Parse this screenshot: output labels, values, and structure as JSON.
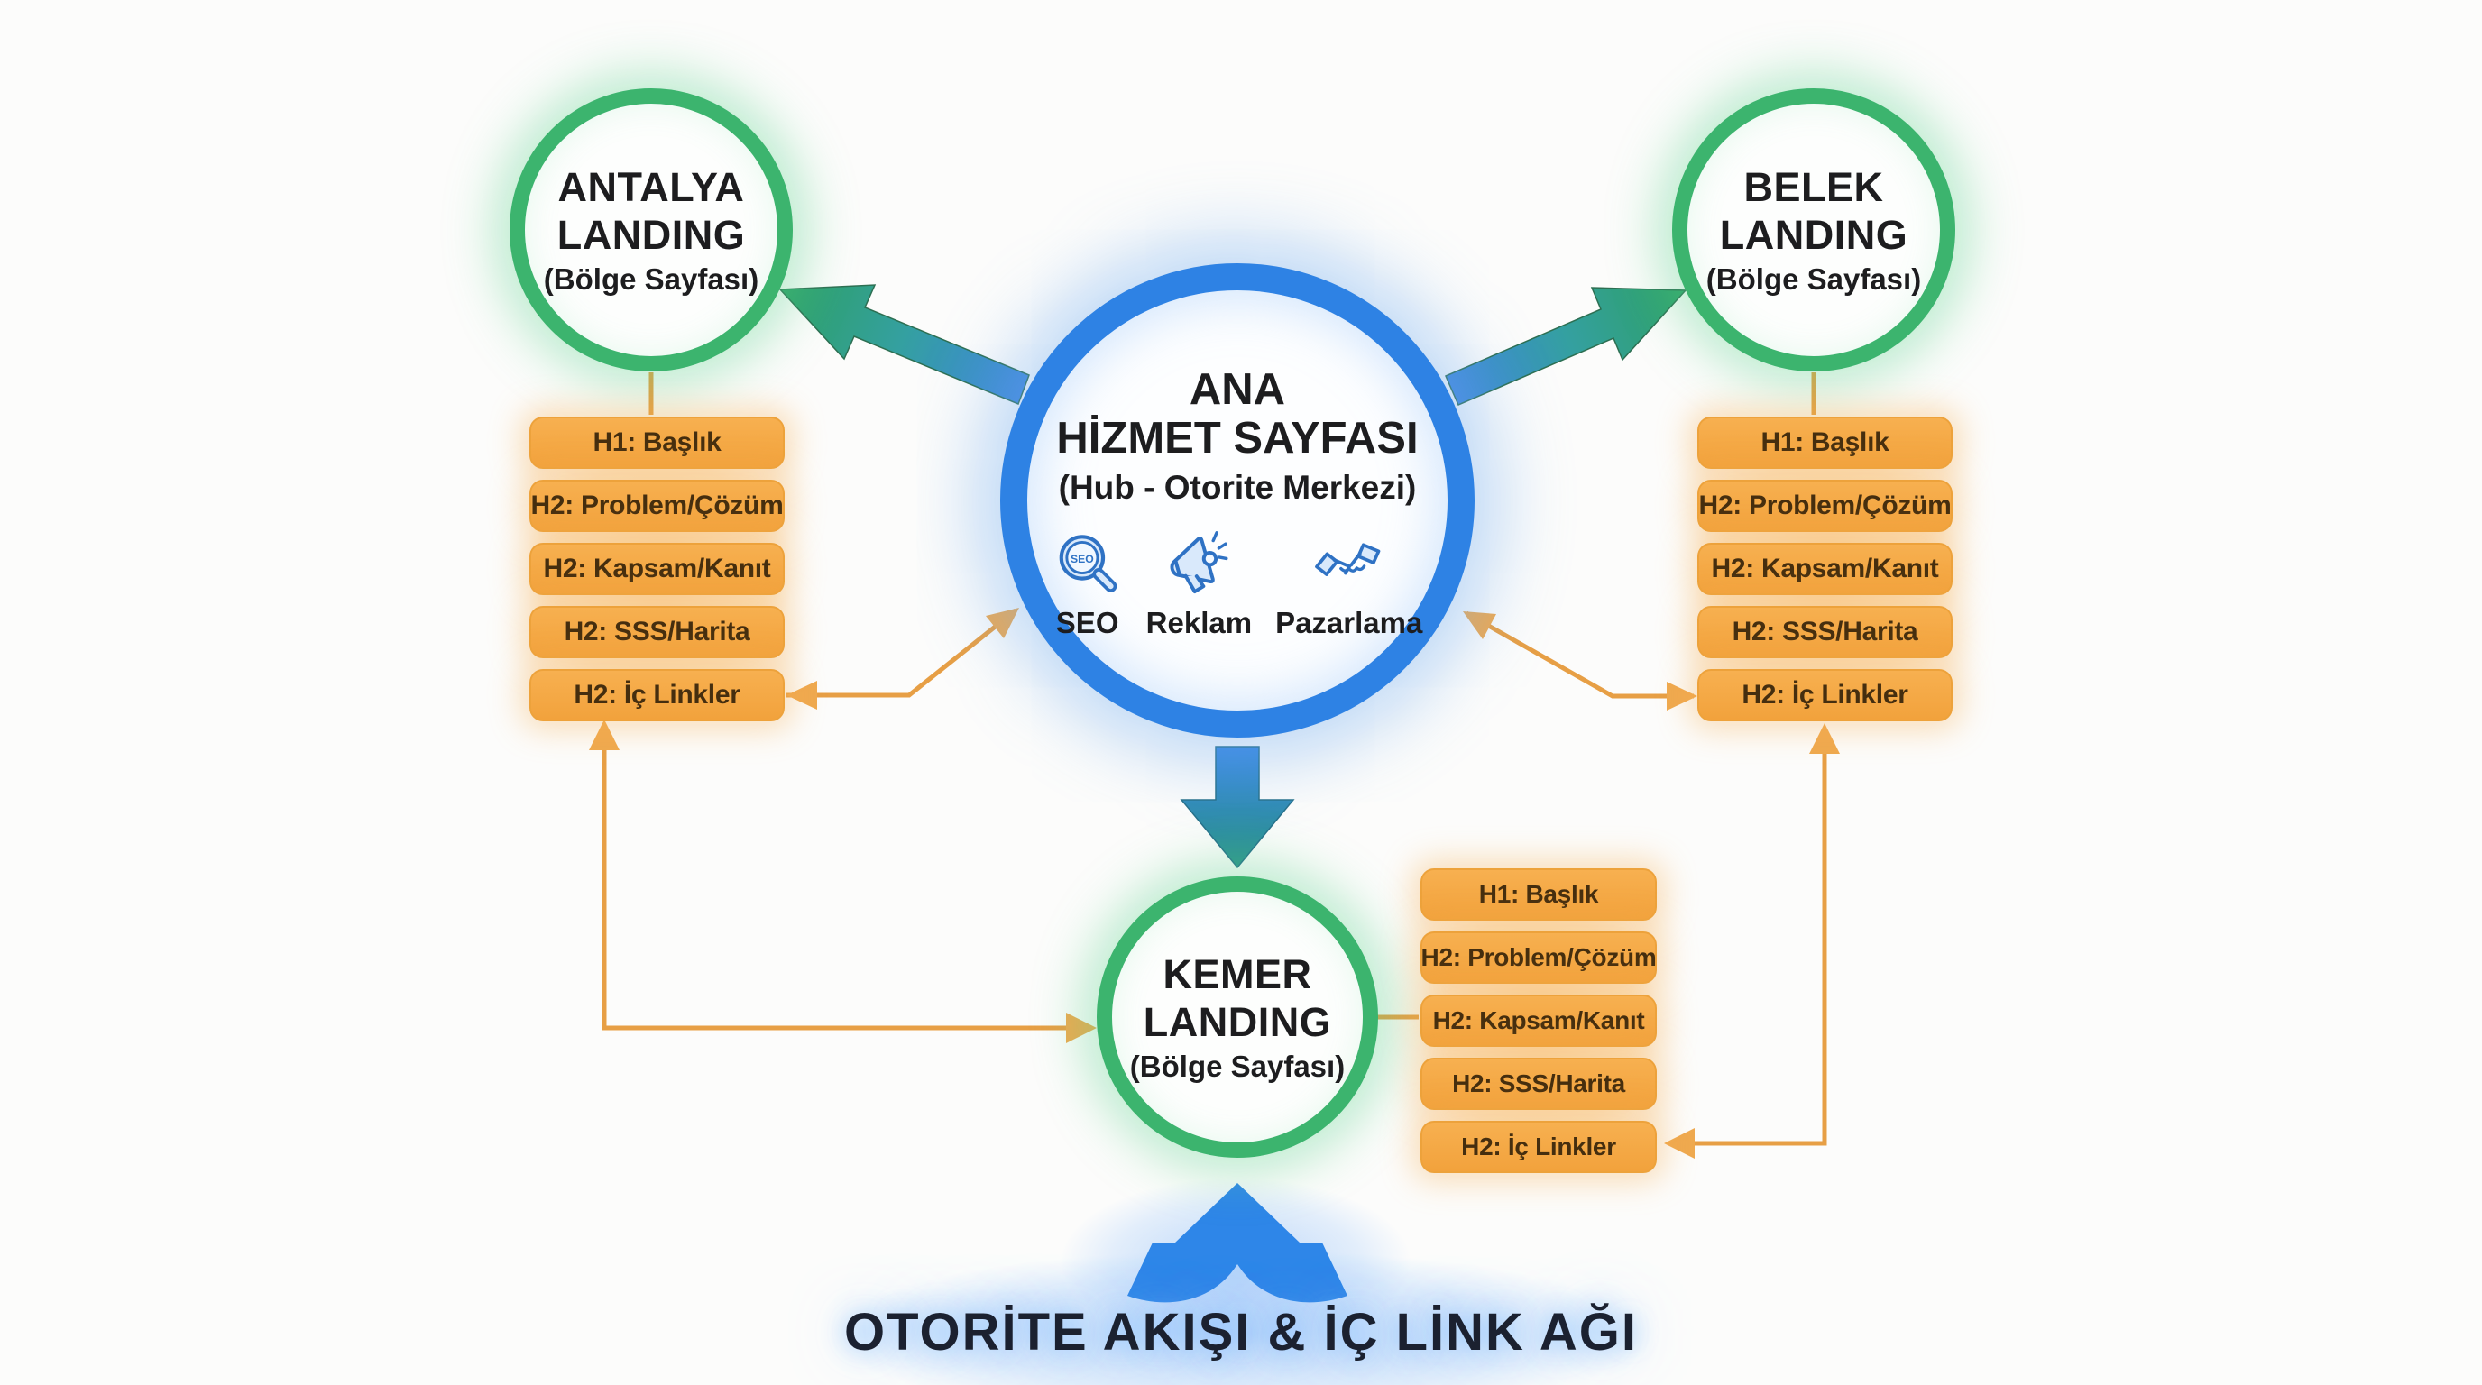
{
  "page": {
    "title": "OTORİTE AKIŞI & İÇ LİNK AĞI"
  },
  "hub": {
    "line1": "ANA",
    "line2": "HİZMET SAYFASI",
    "subtitle": "(Hub - Otorite Merkezi)",
    "icons": [
      {
        "name": "seo-magnifier-icon",
        "badge": "SEO",
        "label": "SEO"
      },
      {
        "name": "megaphone-icon",
        "label": "Reklam"
      },
      {
        "name": "handshake-icon",
        "label": "Pazarlama"
      }
    ]
  },
  "nodes": [
    {
      "id": "antalya",
      "line1": "ANTALYA",
      "line2": "LANDING",
      "subtitle": "(Bölge Sayfası)"
    },
    {
      "id": "belek",
      "line1": "BELEK",
      "line2": "LANDING",
      "subtitle": "(Bölge Sayfası)"
    },
    {
      "id": "kemer",
      "line1": "KEMER",
      "line2": "LANDING",
      "subtitle": "(Bölge Sayfası)"
    }
  ],
  "outline": {
    "items": [
      "H1: Başlık",
      "H2: Problem/Çözüm",
      "H2: Kapsam/Kanıt",
      "H2: SSS/Harita",
      "H2: İç Linkler"
    ]
  },
  "colors": {
    "hub_ring": "#2E82E4",
    "node_ring": "#3CB46E",
    "box_fill": "#F4A646",
    "box_text": "#452E0F",
    "connector_orange": "#E79F45",
    "arrow_blue": "#3E86DC",
    "arrow_teal": "#2B9287",
    "arrow_green": "#2EA164",
    "title_text": "#1B2130",
    "background": "#FCFCFB"
  }
}
